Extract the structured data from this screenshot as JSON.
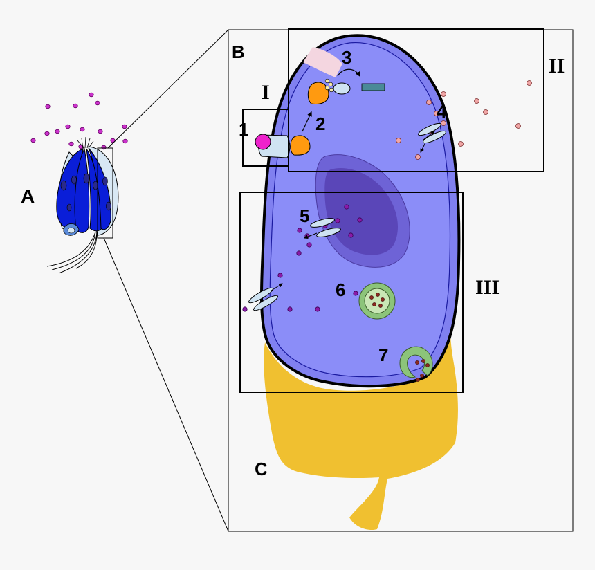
{
  "labels": {
    "A": "A",
    "B": "B",
    "C": "C",
    "region_I": "I",
    "region_II": "II",
    "region_III": "III",
    "step_1": "1",
    "step_2": "2",
    "step_3": "3",
    "step_4": "4",
    "step_5": "5",
    "step_6": "6",
    "step_7": "7"
  },
  "colors": {
    "background": "#f7f7f7",
    "cell_fill": "#8080f0",
    "cell_inner_fill": "#8b8df8",
    "cell_outline": "#000000",
    "nucleus_outer": "#6e63d6",
    "nucleus_inner": "#5a46b8",
    "odorant_magenta": "#cc33cc",
    "particle_purple": "#8a1aa8",
    "particle_pink": "#f0a6a6",
    "receptor_pink": "#ee44cc",
    "g_protein_orange": "#ff9a10",
    "transporter_lightblue": "#cfe3f2",
    "vesicle_green": "#8cc47a",
    "vesicle_light": "#c9e7b5",
    "particle_dark_red": "#8a2a20",
    "support_cell_yellow": "#f0c030",
    "epithelium_blue": "#0a1ed8",
    "epithelium_light": "#d8e8f4",
    "enzyme_teal": "#4a8a98",
    "channel_pink": "#f4d6e0"
  },
  "icons": {
    "receptor": "receptor-icon",
    "g_protein": "g-protein-icon",
    "enzyme": "enzyme-icon",
    "transporter": "transporter-icon",
    "vesicle": "vesicle-icon"
  }
}
